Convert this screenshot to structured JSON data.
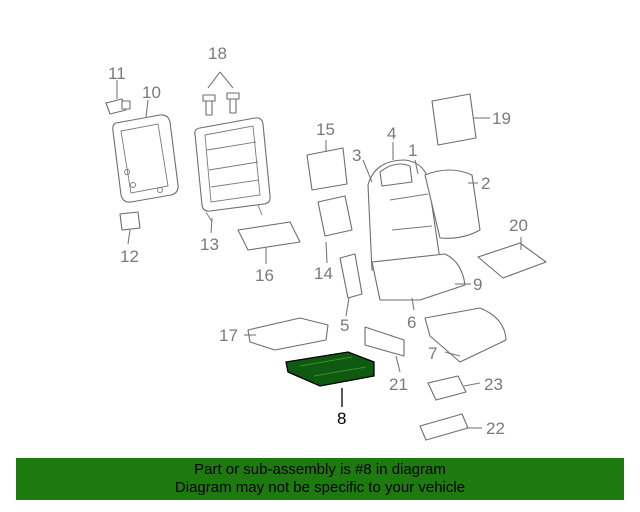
{
  "diagram": {
    "highlight_part": "8",
    "highlight_color": "#0d5a10",
    "callouts": [
      "1",
      "2",
      "3",
      "4",
      "5",
      "6",
      "7",
      "8",
      "9",
      "10",
      "11",
      "12",
      "13",
      "14",
      "15",
      "16",
      "17",
      "18",
      "19",
      "20",
      "21",
      "22",
      "23"
    ]
  },
  "banner": {
    "line1": "Part or sub-assembly is #8 in diagram",
    "line2": "Diagram may not be specific to your vehicle",
    "background": "#1d7a0f"
  }
}
